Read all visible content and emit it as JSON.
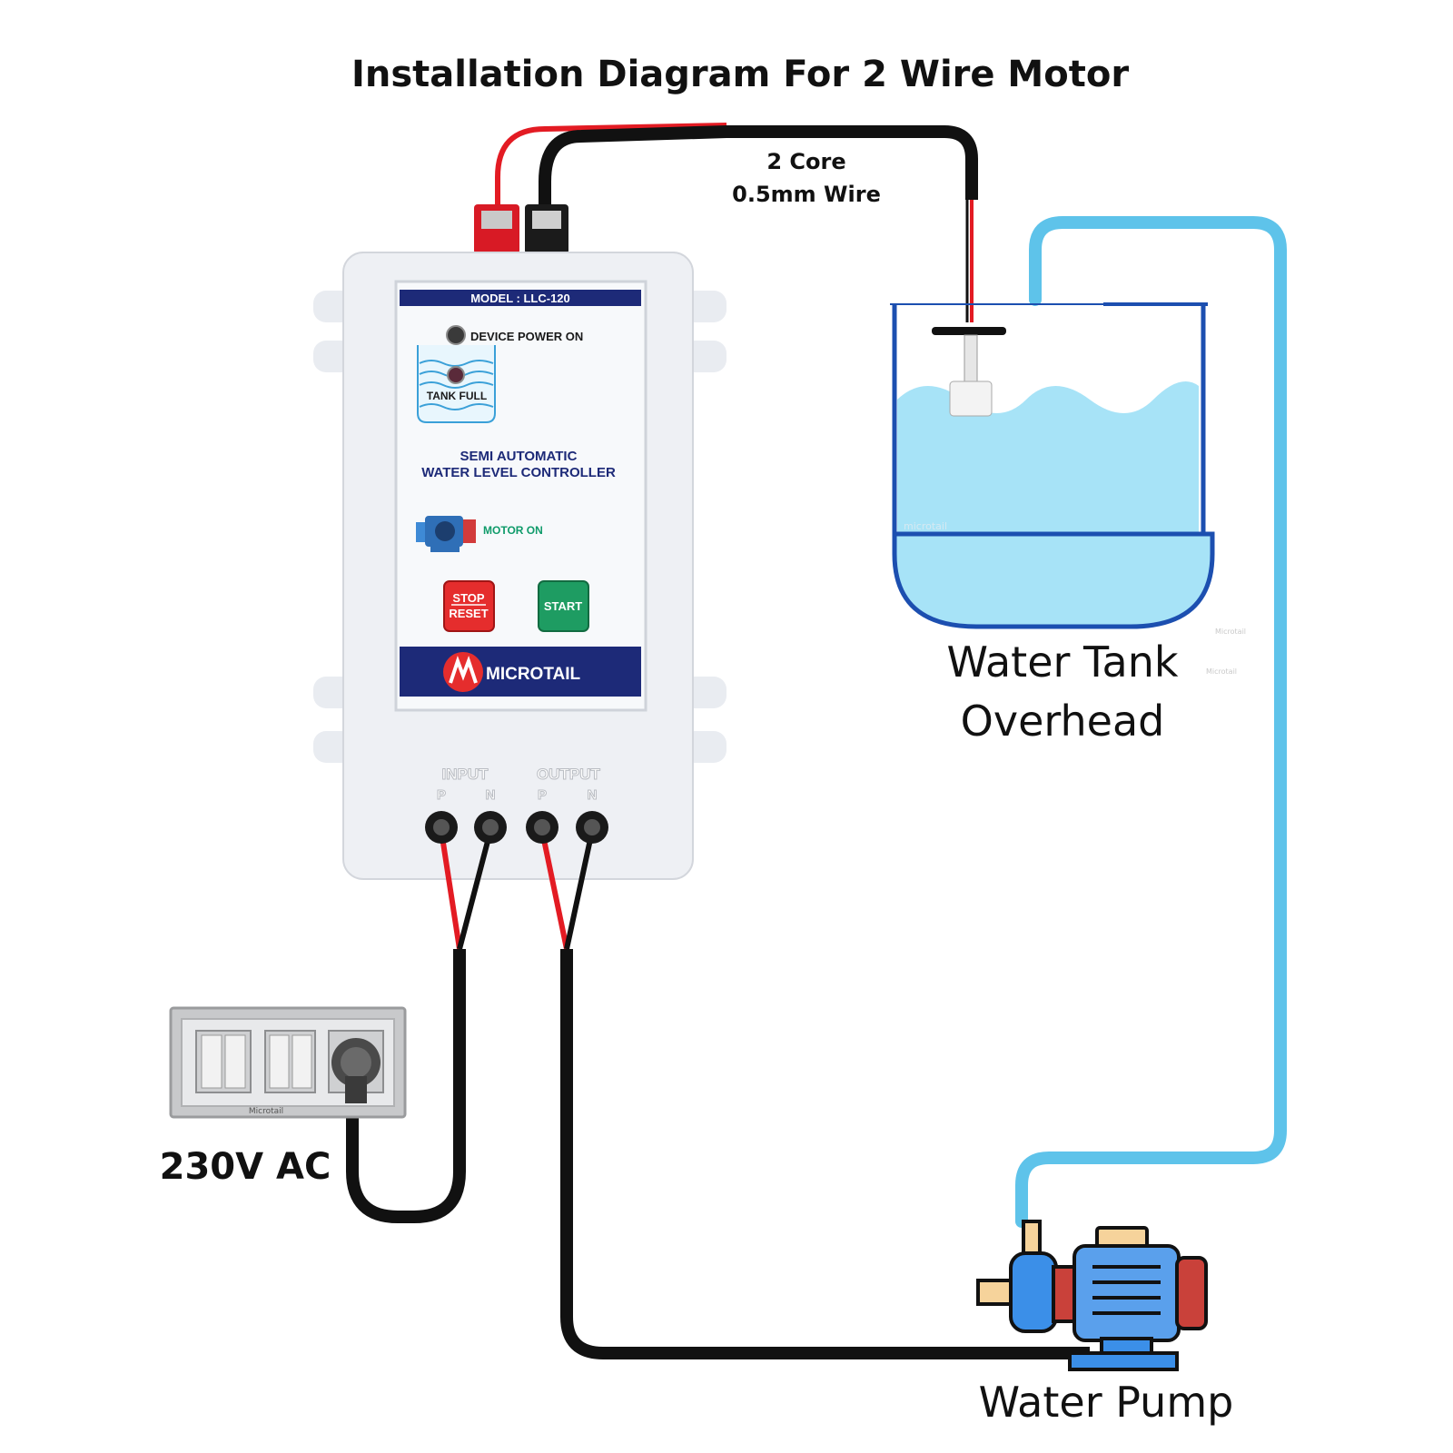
{
  "title": "Installation Diagram For 2 Wire Motor",
  "cable_label": {
    "line1": "2 Core",
    "line2": "0.5mm Wire"
  },
  "tank_label": {
    "line1": "Water Tank",
    "line2": "Overhead"
  },
  "pump_label": "Water Pump",
  "power_label": "230V AC",
  "controller": {
    "model": "MODEL : LLC-120",
    "power_led": "DEVICE POWER ON",
    "tank_full": "TANK FULL",
    "product_line1": "SEMI AUTOMATIC",
    "product_line2": "WATER LEVEL CONTROLLER",
    "motor_on": "MOTOR ON",
    "stop_line1": "STOP",
    "stop_line2": "RESET",
    "start": "START",
    "brand": "MICROTAIL",
    "input_label": "INPUT",
    "output_label": "OUTPUT",
    "terminals": [
      "P",
      "N",
      "P",
      "N"
    ]
  },
  "watermarks": [
    "microtail",
    "Microtail",
    "Microtail",
    "Microtail"
  ],
  "colors": {
    "wire_red": "#e31b23",
    "wire_black": "#111111",
    "pipe": "#5ec3ea",
    "water": "#a7e3f7",
    "tank_outline": "#1c4fb0"
  }
}
